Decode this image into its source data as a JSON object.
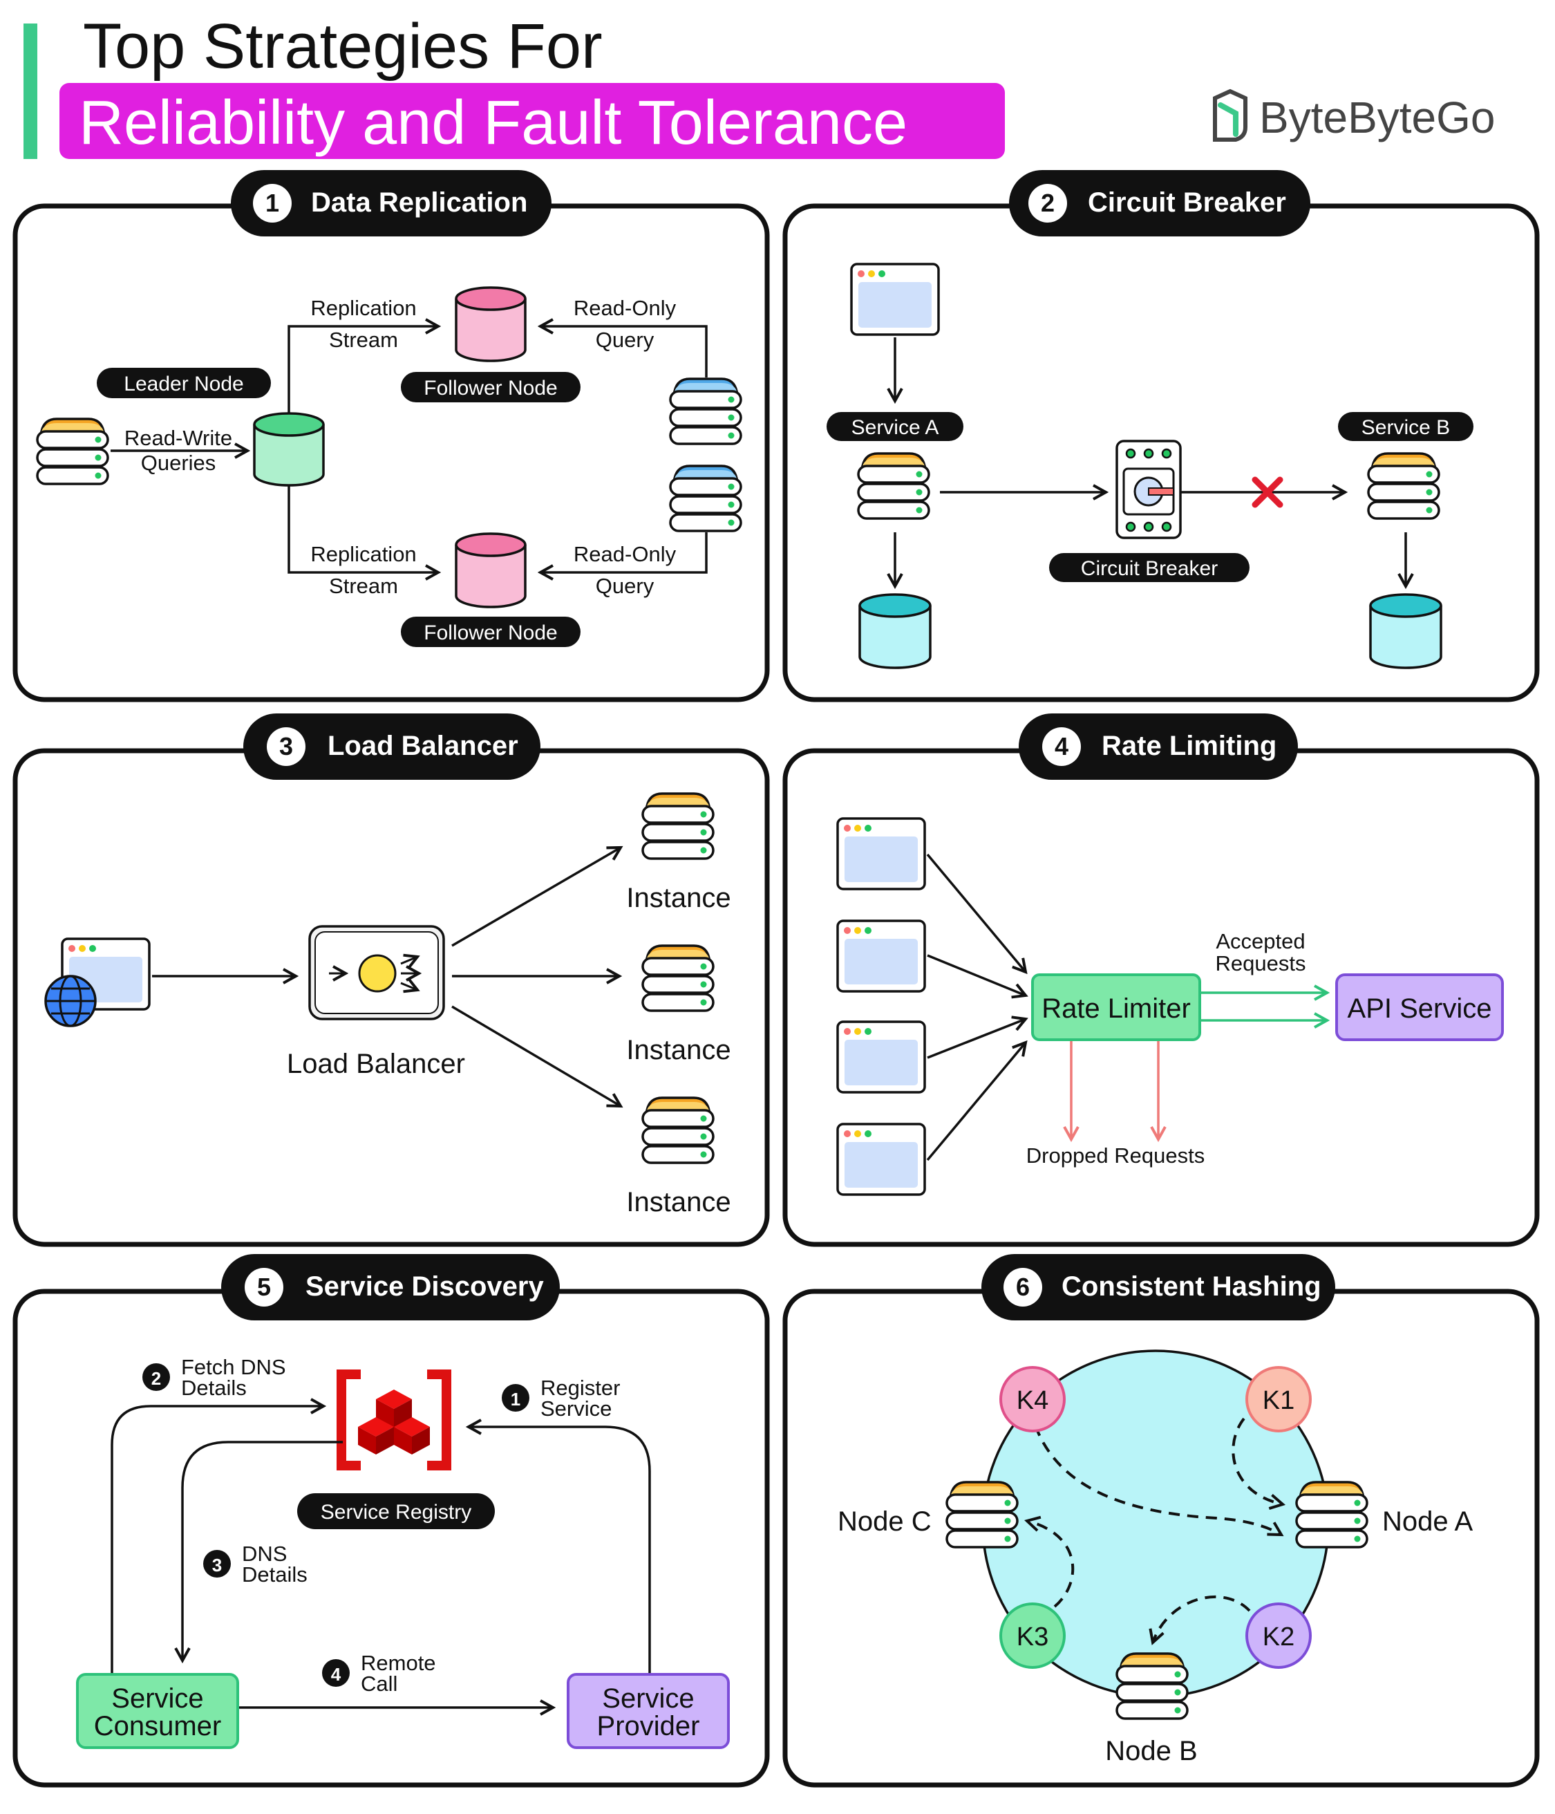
{
  "header": {
    "title_line1": "Top Strategies For",
    "title_line2": "Reliability and Fault Tolerance",
    "brand": "ByteByteGo",
    "accent_bar_color": "#3cc98a",
    "highlight_color": "#e020e0"
  },
  "panels": [
    {
      "number": "1",
      "title": "Data Replication"
    },
    {
      "number": "2",
      "title": "Circuit Breaker"
    },
    {
      "number": "3",
      "title": "Load Balancer"
    },
    {
      "number": "4",
      "title": "Rate Limiting"
    },
    {
      "number": "5",
      "title": "Service Discovery"
    },
    {
      "number": "6",
      "title": "Consistent Hashing"
    }
  ],
  "data_replication": {
    "leader_label": "Leader Node",
    "follower_label": "Follower Node",
    "rw_line1": "Read-Write",
    "rw_line2": "Queries",
    "stream_line1": "Replication",
    "stream_line2": "Stream",
    "ro_line1": "Read-Only",
    "ro_line2": "Query"
  },
  "circuit_breaker": {
    "service_a": "Service A",
    "service_b": "Service B",
    "breaker_label": "Circuit Breaker"
  },
  "load_balancer": {
    "lb_label": "Load Balancer",
    "instance_label": "Instance"
  },
  "rate_limiting": {
    "limiter": "Rate Limiter",
    "api": "API Service",
    "accepted_line1": "Accepted",
    "accepted_line2": "Requests",
    "dropped": "Dropped Requests"
  },
  "service_discovery": {
    "registry": "Service Registry",
    "consumer_line1": "Service",
    "consumer_line2": "Consumer",
    "provider_line1": "Service",
    "provider_line2": "Provider",
    "steps": [
      {
        "num": "1",
        "line1": "Register",
        "line2": "Service"
      },
      {
        "num": "2",
        "line1": "Fetch DNS",
        "line2": "Details"
      },
      {
        "num": "3",
        "line1": "DNS",
        "line2": "Details"
      },
      {
        "num": "4",
        "line1": "Remote",
        "line2": "Call"
      }
    ]
  },
  "consistent_hashing": {
    "nodes": [
      "Node A",
      "Node B",
      "Node C"
    ],
    "keys": [
      "K1",
      "K2",
      "K3",
      "K4"
    ]
  }
}
